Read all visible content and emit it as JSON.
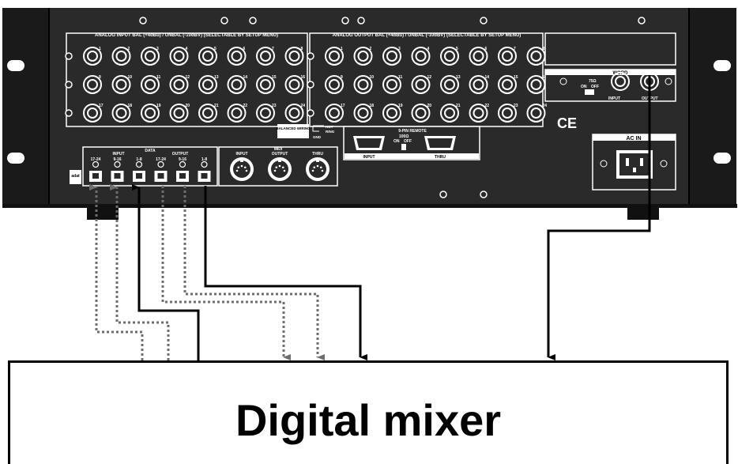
{
  "device": {
    "panel_labels": {
      "analog_input": "ANALOG INPUT BAL (+4dBu) / UNBAL (-10dBV) (SELECTABLE BY SETUP MENU)",
      "analog_output": "ANALOG OUTPUT BAL (+4dBu) / UNBAL (-10dBV) (SELECTABLE BY SETUP MENU)",
      "word": "WORD",
      "word_term": "75Ω",
      "word_on": "ON",
      "word_off": "OFF",
      "word_input": "INPUT",
      "word_output": "OUTPUT",
      "ac_in": "AC IN",
      "ce_mark": "CE",
      "balanced_wiring": "BALANCED WIRING",
      "wiring_hot": "HOT",
      "wiring_ring": "RING",
      "wiring_gnd": "GND",
      "sync_label": "9-PIN REMOTE",
      "sync_term": "100Ω",
      "sync_on": "ON",
      "sync_off": "OFF",
      "sync_input": "INPUT",
      "sync_thru": "THRU",
      "data": "DATA",
      "data_input": "INPUT",
      "data_output": "OUTPUT",
      "adat_logo": "adat",
      "midi_label": "MIDI",
      "midi_input": "INPUT",
      "midi_output": "OUTPUT",
      "midi_thru": "THRU"
    },
    "data_ports": [
      "17-24",
      "9-16",
      "1-8",
      "17-24",
      "9-16",
      "1-8"
    ],
    "input_row_1": [
      "1",
      "2",
      "3",
      "4",
      "5",
      "6",
      "7",
      "8"
    ],
    "input_row_2": [
      "9",
      "10",
      "11",
      "12",
      "13",
      "14",
      "15",
      "16"
    ],
    "input_row_3": [
      "17",
      "18",
      "19",
      "20",
      "21",
      "22",
      "23",
      "24"
    ]
  },
  "mixer": {
    "label": "Digital mixer"
  },
  "colors": {
    "panel": "#2a2a2a",
    "ear": "#1a1a1a",
    "connector": "#ffffff",
    "cable_solid": "#000000",
    "cable_dashed": "#6e6e6e"
  }
}
